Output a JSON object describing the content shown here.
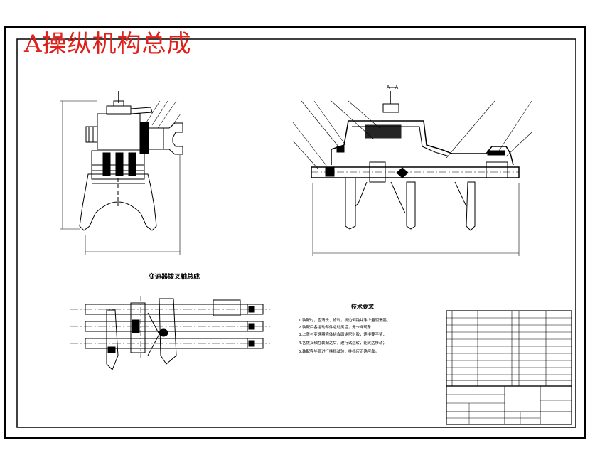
{
  "title": "A操纵机构总成",
  "colors": {
    "title": "#e0201a",
    "line": "#000000",
    "background": "#ffffff"
  },
  "views": {
    "section_label": "A—A",
    "bottom_view_title": "变速器拨叉轴总成"
  },
  "tech_requirements": {
    "heading": "技术要求",
    "items": [
      "1.装配时，应清洗、修刺，锐边倒钝并涂少量润滑脂；",
      "2.装配后各运动部件运动灵活，无卡滞现象；",
      "3.上盖与变速器壳体结合面涂密封胶，连接要平整；",
      "4.各拨叉轴在装配之后，进行试运转，能灵活移动；",
      "5.装配完毕后进行换挡试验，挂挡应正确可靠。"
    ]
  }
}
